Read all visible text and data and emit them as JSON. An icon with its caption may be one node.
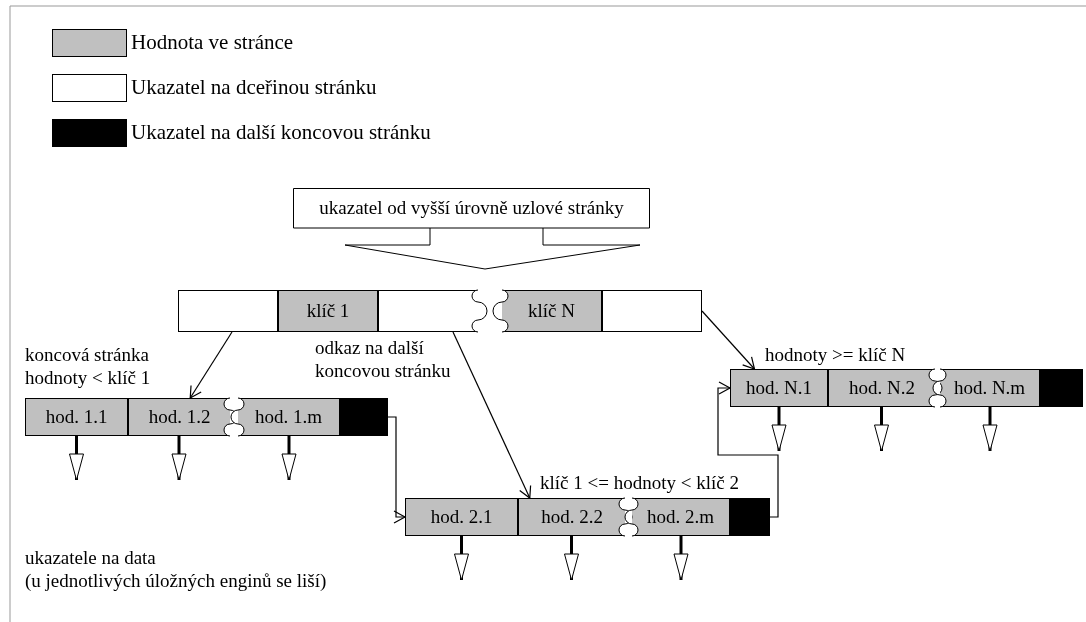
{
  "diagram": {
    "nodes": [
      {
        "text": [
          "ukazatel od vyšší úrovně uzlové stránky"
        ]
      },
      {
        "text": [],
        "shape": "box"
      },
      {
        "text": [
          "klíč 1"
        ]
      },
      {
        "text": [],
        "shape": "box"
      },
      {
        "text": [
          "klíč N"
        ]
      },
      {
        "text": [],
        "shape": "box"
      },
      {
        "text": [
          "hod. 1.1"
        ]
      },
      {
        "text": [
          "hod. 1.2"
        ]
      },
      {
        "text": [
          "hod. 1.m"
        ]
      },
      {
        "text": [],
        "shape": "box"
      },
      {
        "text": [
          "hod. 2.1"
        ]
      },
      {
        "text": [
          "hod. 2.2"
        ]
      },
      {
        "text": [
          "hod. 2.m"
        ]
      },
      {
        "text": [],
        "shape": "box"
      },
      {
        "text": [
          "hod. N.1"
        ]
      },
      {
        "text": [
          "hod. N.2"
        ]
      },
      {
        "text": [
          "hod. N.m"
        ]
      },
      {
        "text": [],
        "shape": "box"
      }
    ],
    "edges": [
      {
        "from": 1,
        "to": 7,
        "arrow": "to"
      },
      {
        "from": 3,
        "to": 11,
        "arrow": "to"
      },
      {
        "from": 5,
        "to": 14,
        "arrow": "to"
      },
      {
        "from": 9,
        "to": 10,
        "arrow": "to"
      },
      {
        "from": 13,
        "to": 14,
        "arrow": "to"
      },
      {
        "from": 6,
        "to": null,
        "arrow": "to"
      },
      {
        "from": 7,
        "to": null,
        "arrow": "to"
      },
      {
        "from": 8,
        "to": null,
        "arrow": "to"
      },
      {
        "from": 10,
        "to": null,
        "arrow": "to"
      },
      {
        "from": 11,
        "to": null,
        "arrow": "to"
      },
      {
        "from": 12,
        "to": null,
        "arrow": "to"
      },
      {
        "from": 14,
        "to": null,
        "arrow": "to"
      },
      {
        "from": 15,
        "to": null,
        "arrow": "to"
      },
      {
        "from": 16,
        "to": null,
        "arrow": "to"
      }
    ],
    "labels": [
      "koncová stránka hodnoty < klíč 1",
      "odkaz na další koncovou stránku",
      "klíč 1 <= hodnoty < klíč 2",
      "hodnoty >= klíč N",
      "ukazatele na data",
      "(u jednotlivých úložných enginů se liší)"
    ],
    "legend": [
      {
        "text": "Hodnota ve stránce",
        "color": "#c0c0c0"
      },
      {
        "text": "Ukazatel na dceřinou stránku",
        "color": "#ffffff"
      },
      {
        "text": "Ukazatel na další koncovou stránku",
        "color": "#000000"
      }
    ]
  }
}
